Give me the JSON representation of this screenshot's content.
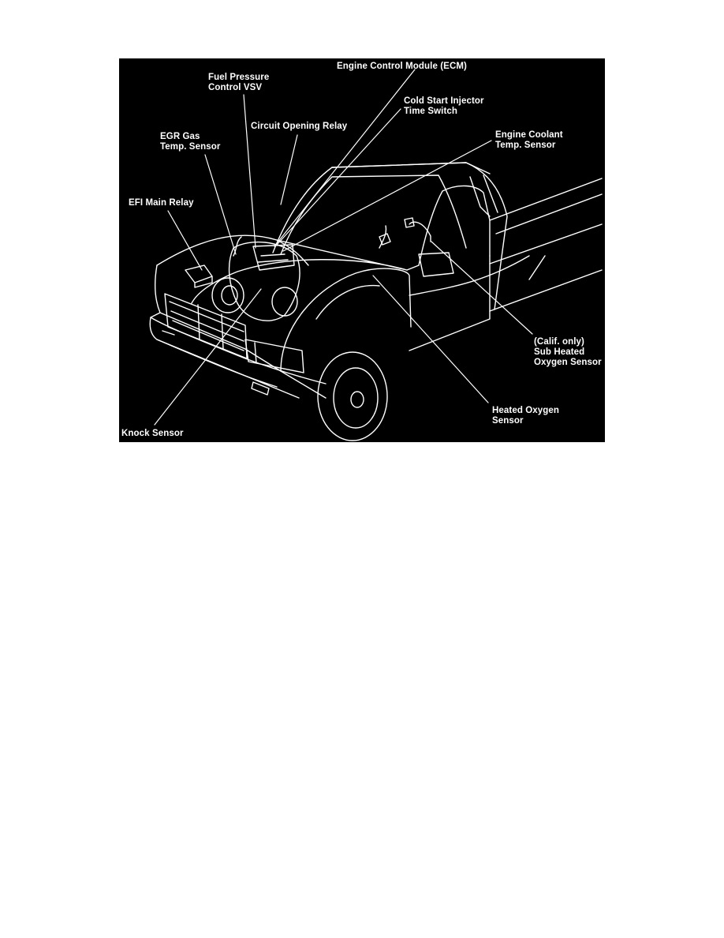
{
  "figure": {
    "labels": {
      "ecm": [
        "Engine Control Module (ECM)"
      ],
      "fuel_pressure_vsv": [
        "Fuel Pressure",
        "Control VSV"
      ],
      "cold_start": [
        "Cold Start Injector",
        "Time Switch"
      ],
      "circuit_opening_relay": [
        "Circuit Opening Relay"
      ],
      "egr_temp": [
        "EGR Gas",
        "Temp. Sensor"
      ],
      "coolant_temp": [
        "Engine Coolant",
        "Temp. Sensor"
      ],
      "efi_main_relay": [
        "EFI Main Relay"
      ],
      "sub_heated_o2": [
        "(Calif. only)",
        "Sub Heated",
        "Oxygen Sensor"
      ],
      "heated_o2": [
        "Heated Oxygen",
        "Sensor"
      ],
      "knock_sensor": [
        "Knock Sensor"
      ]
    },
    "colors": {
      "background": "#000000",
      "line": "#ffffff"
    }
  }
}
